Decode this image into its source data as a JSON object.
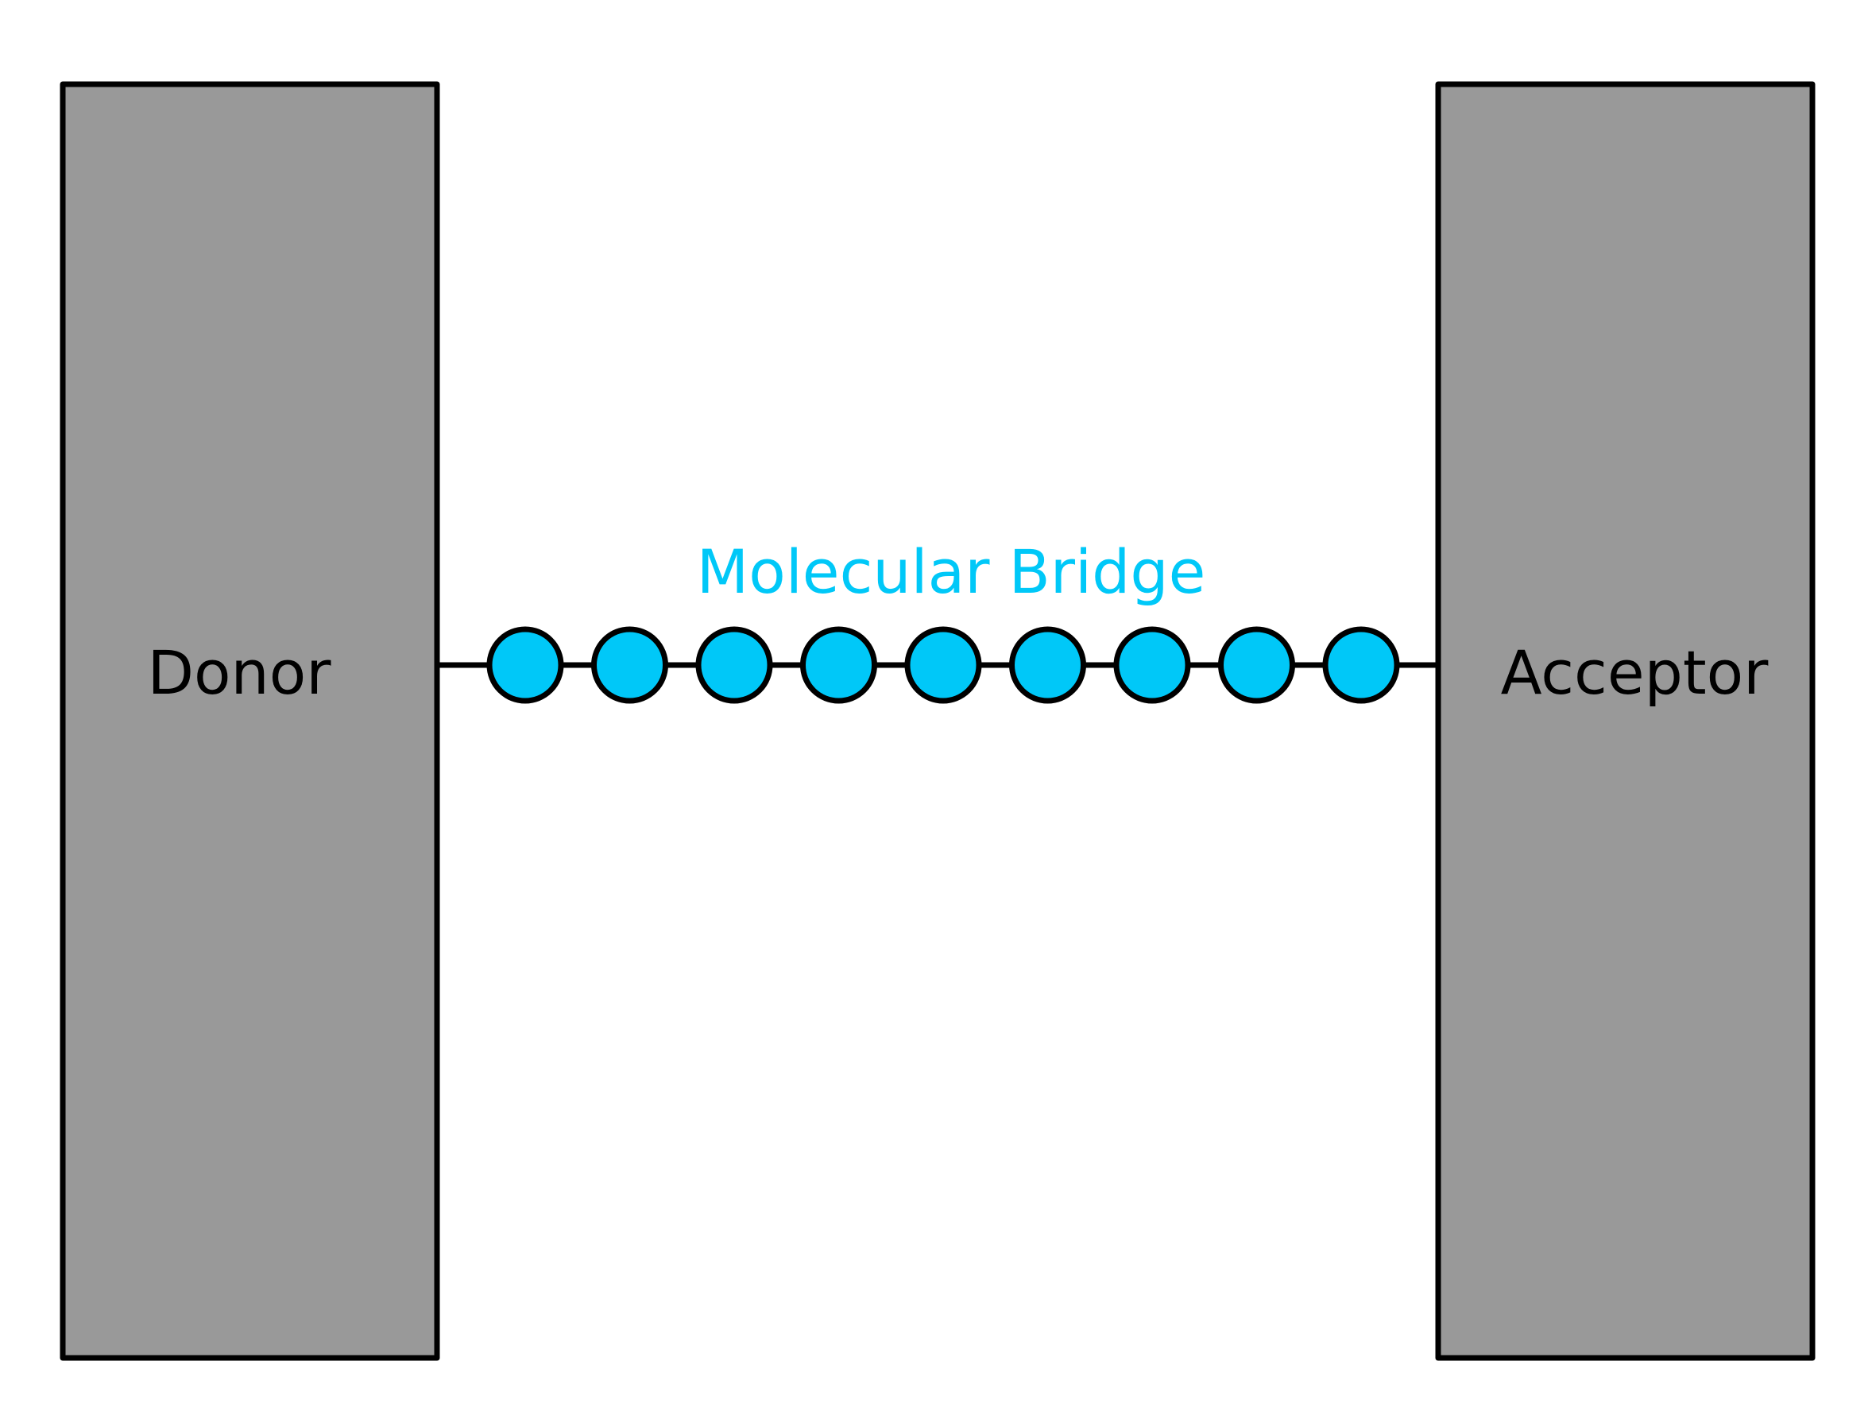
{
  "donor": {
    "label": "Donor"
  },
  "acceptor": {
    "label": "Acceptor"
  },
  "bridge": {
    "title": "Molecular Bridge",
    "unit_count": 9
  },
  "colors": {
    "block_fill": "#999999",
    "outline": "#000000",
    "bridge_unit": "#00c8f8",
    "bridge_title": "#00c8f8",
    "background": "#ffffff"
  }
}
